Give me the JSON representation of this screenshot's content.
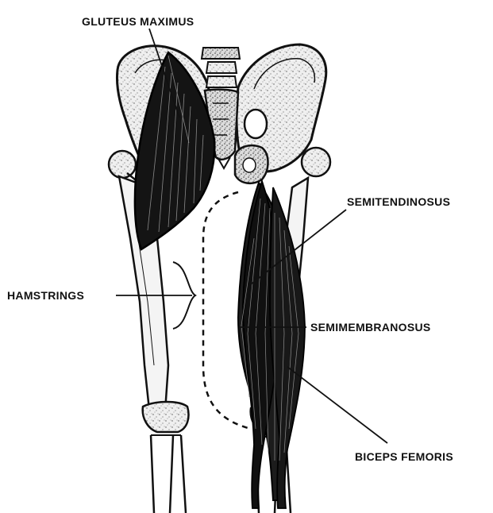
{
  "labels": {
    "gluteus_maximus": "GLUTEUS MAXIMUS",
    "semitendinosus": "SEMITENDINOSUS",
    "hamstrings": "HAMSTRINGS",
    "semimembranosus": "SEMIMEMBRANOSUS",
    "biceps_femoris": "BICEPS FEMORIS"
  },
  "colors": {
    "ink": "#111111",
    "bone": "#f1f1f1",
    "muscle": "#141414",
    "fiber": "#8a8a8a",
    "background": "#ffffff"
  }
}
